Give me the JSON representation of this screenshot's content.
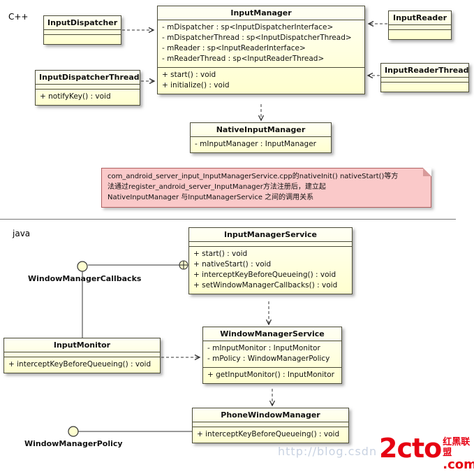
{
  "labels": {
    "cpp": "C++",
    "java": "java"
  },
  "classes": {
    "inputDispatcher": {
      "title": "InputDispatcher"
    },
    "inputManager": {
      "title": "InputManager",
      "attrs": [
        "- mDispatcher : sp<InputDispatcherInterface>",
        "- mDispatcherThread : sp<InputDispatcherThread>",
        "- mReader : sp<InputReaderInterface>",
        "- mReaderThread : sp<InputReaderThread>"
      ],
      "methods": [
        "+ start() : void",
        "+ initialize() : void"
      ]
    },
    "inputReader": {
      "title": "InputReader"
    },
    "inputReaderThread": {
      "title": "InputReaderThread"
    },
    "inputDispatcherThread": {
      "title": "InputDispatcherThread",
      "methods": [
        "+ notifyKey() : void"
      ]
    },
    "nativeInputManager": {
      "title": "NativeInputManager",
      "attrs": [
        "- mInputManager : InputManager"
      ]
    },
    "inputManagerService": {
      "title": "InputManagerService",
      "methods": [
        "+ start() : void",
        "+ nativeStart() : void",
        "+ interceptKeyBeforeQueueing() : void",
        "+ setWindowManagerCallbacks() : void"
      ]
    },
    "inputMonitor": {
      "title": "InputMonitor",
      "methods": [
        "+ interceptKeyBeforeQueueing() : void"
      ]
    },
    "windowManagerService": {
      "title": "WindowManagerService",
      "attrs": [
        "- mInputMonitor : InputMonitor",
        "- mPolicy : WindowManagerPolicy"
      ],
      "methods": [
        "+ getInputMonitor() : InputMonitor"
      ]
    },
    "phoneWindowManager": {
      "title": "PhoneWindowManager",
      "methods": [
        "+ interceptKeyBeforeQueueing() : void"
      ]
    }
  },
  "interfaces": {
    "windowManagerCallbacks": "WindowManagerCallbacks",
    "windowManagerPolicy": "WindowManagerPolicy"
  },
  "icons": {
    "interface_provided": "lollipop-circle",
    "interface_socket": "circle-plus",
    "dependency": "dashed-open-arrow"
  },
  "note": {
    "line1": "com_android_server_input_InputManagerService.cpp的nativeInit() nativeStart()等方",
    "line2": "法通过register_android_server_InputManager方法注册后，建立起",
    "line3": "NativeInputManager 与InputManagerService 之间的调用关系"
  },
  "colors": {
    "class_fill": "#fffbd0",
    "note_fill": "#fac9c9",
    "brand_red": "#e60012"
  },
  "watermark": {
    "url": "http://blog.csdn",
    "logo": "2cto",
    "domain": ".com",
    "slogan": "红黑联盟"
  }
}
